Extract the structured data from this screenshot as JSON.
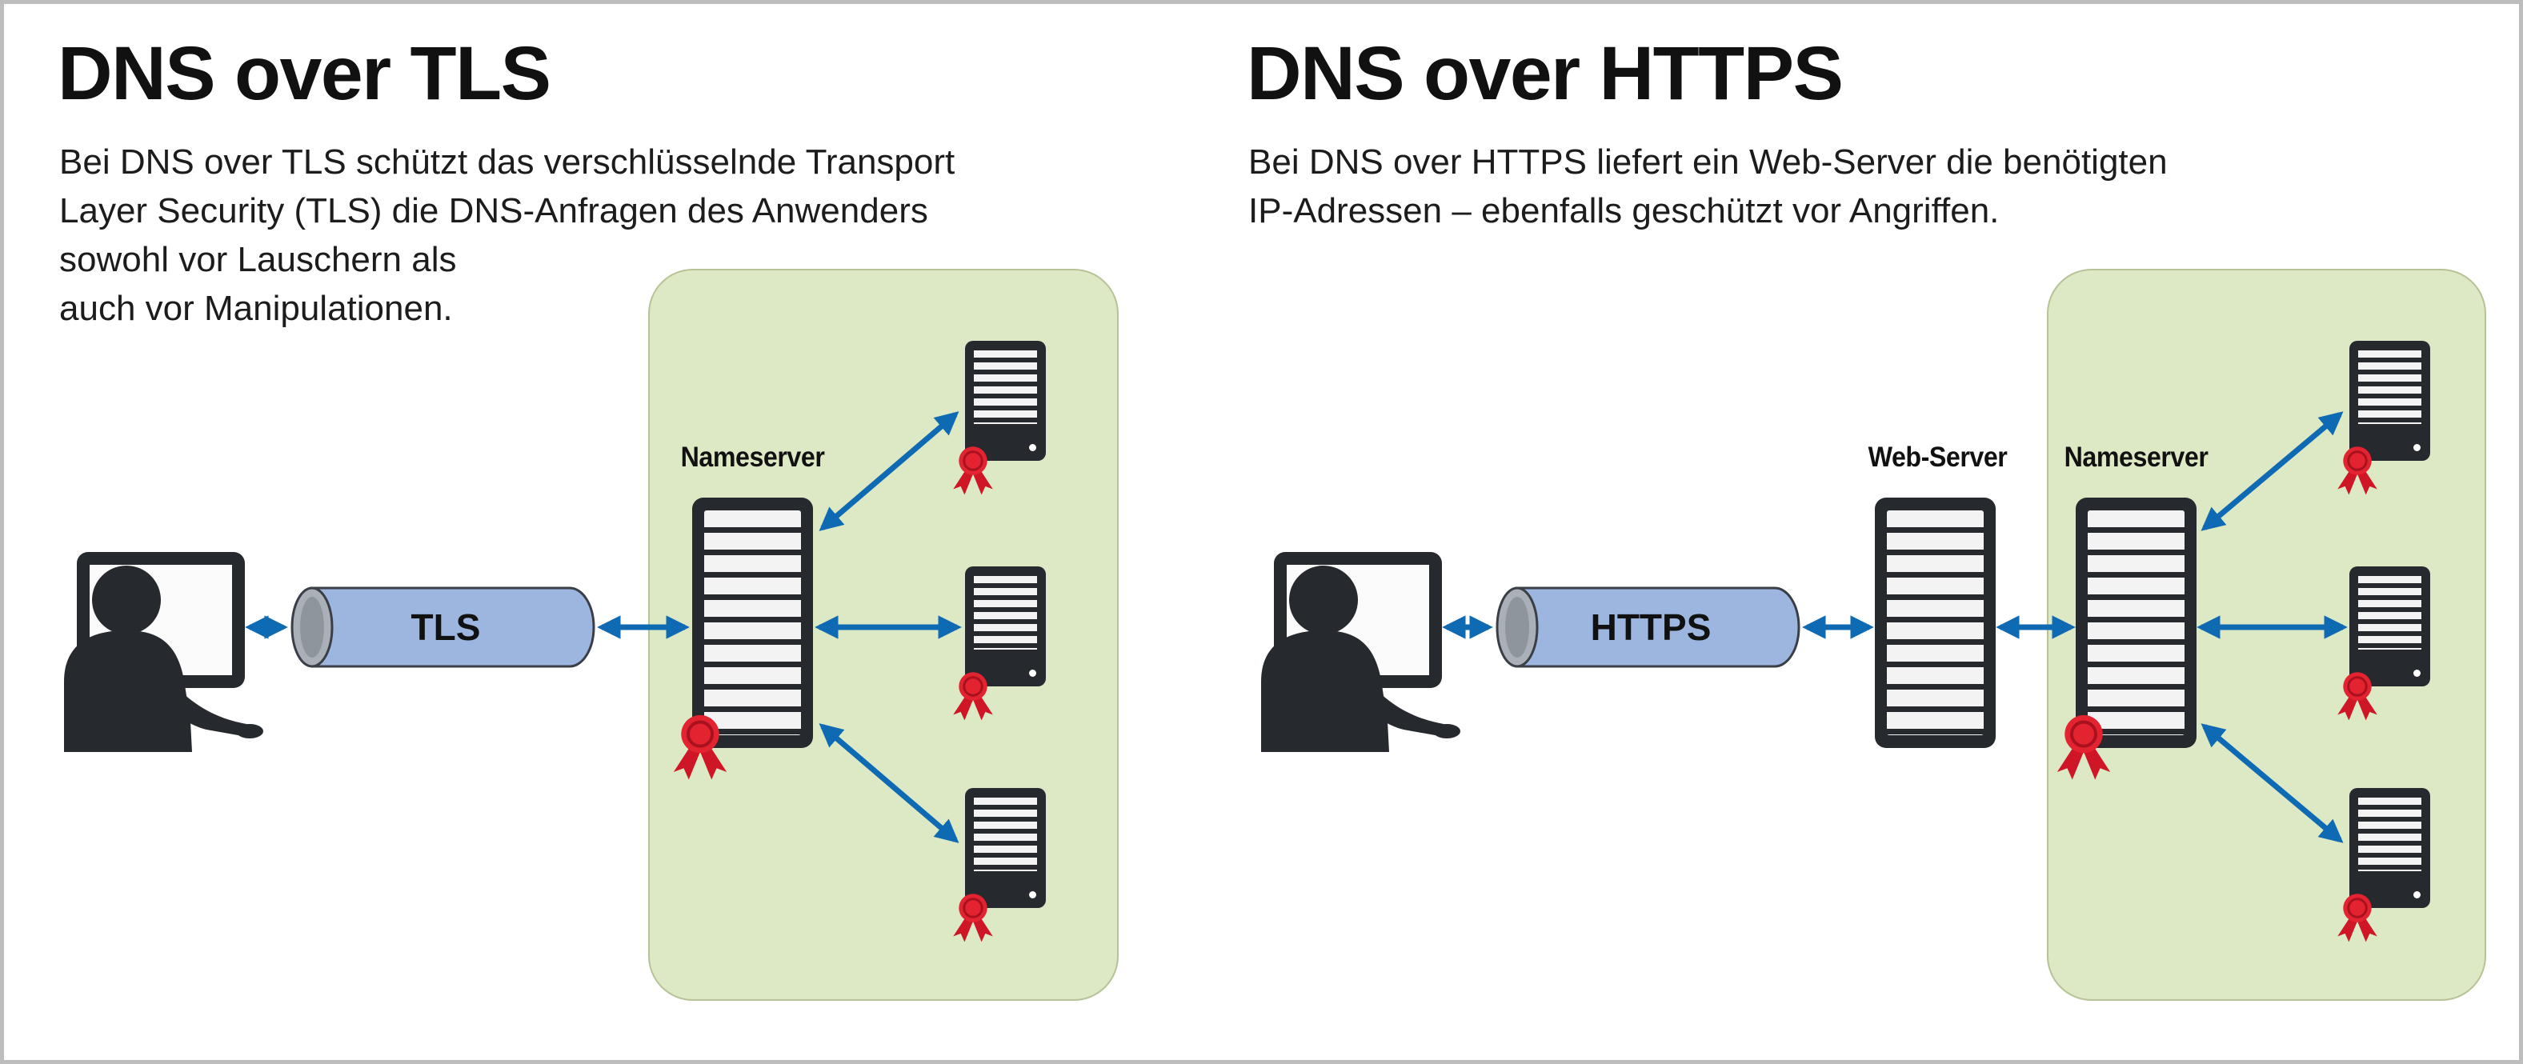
{
  "colors": {
    "arrow_blue": "#0e6ab2",
    "tunnel_fill": "#9db6e0",
    "tunnel_end_gray": "#aab0b8",
    "zone_green": "#dde9c5",
    "server_dark": "#26292e",
    "badge_red": "#e32330",
    "text": "#1c1c1c"
  },
  "panels": [
    {
      "id": "dns-over-tls",
      "title": "DNS over TLS",
      "description_lines": [
        "Bei DNS over TLS schützt das verschlüsselnde Transport",
        "Layer Security (TLS) die DNS-Anfragen des Anwenders",
        "sowohl vor Lauschern als",
        "auch vor Manipulationen."
      ],
      "tunnel_label": "TLS",
      "nameserver_label": "Nameserver"
    },
    {
      "id": "dns-over-https",
      "title": "DNS over HTTPS",
      "description_lines": [
        "Bei DNS over HTTPS liefert ein Web-Server die benötigten",
        "IP-Adressen – ebenfalls geschützt vor Angriffen."
      ],
      "tunnel_label": "HTTPS",
      "webserver_label": "Web-Server",
      "nameserver_label": "Nameserver"
    }
  ]
}
